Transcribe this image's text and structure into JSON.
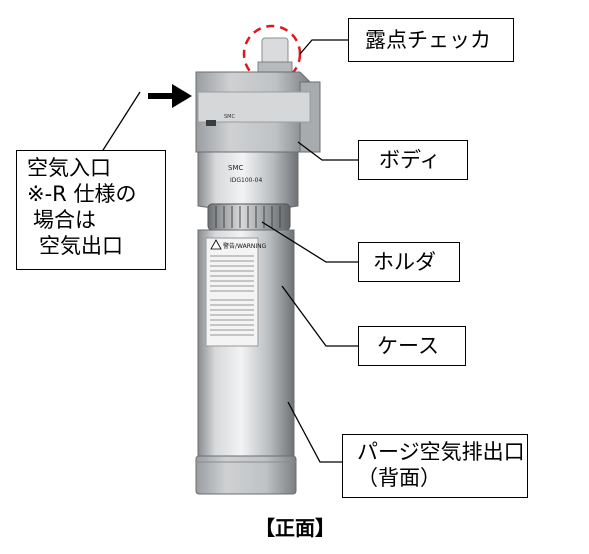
{
  "labels": {
    "dew_point_checker": "露点チェッカ",
    "body": "ボディ",
    "holder": "ホルダ",
    "case": "ケース",
    "air_inlet": [
      "空気入口",
      "※-R 仕様の",
      "場合は",
      "空気出口"
    ],
    "purge_outlet": [
      "パージ空気排出口",
      "（背面）"
    ]
  },
  "caption": "【正面】",
  "product": {
    "brand": "SMC",
    "model": "IDG100-04",
    "warning_title": "警告/WARNING"
  },
  "colors": {
    "callout_ring": "#e0161a",
    "arrow": "#000000",
    "metal": "#c9ccce"
  }
}
